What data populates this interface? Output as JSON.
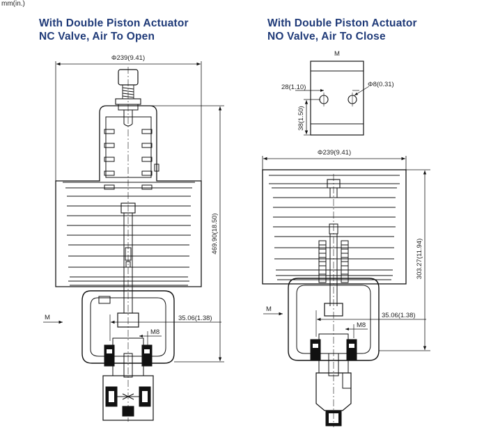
{
  "unit_label": "mm(in.)",
  "left": {
    "title_line1": "With Double Piston Actuator",
    "title_line2": "NC Valve, Air To Open",
    "dim_diameter": "Φ239(9.41)",
    "dim_height": "469.90(18.50)",
    "dim_offset": "35.06(1.38)",
    "thread": "M8",
    "port": "M"
  },
  "right": {
    "title_line1": "With Double Piston Actuator",
    "title_line2": "NO Valve, Air To Close",
    "top_view_label": "M",
    "dim_spacing": "28(1.10)",
    "dim_hole": "Φ8(0.31)",
    "dim_depth": "38(1.50)",
    "dim_diameter": "Φ239(9.41)",
    "dim_height": "303.27(11.94)",
    "dim_offset": "35.06(1.38)",
    "thread": "M8",
    "port": "M"
  }
}
